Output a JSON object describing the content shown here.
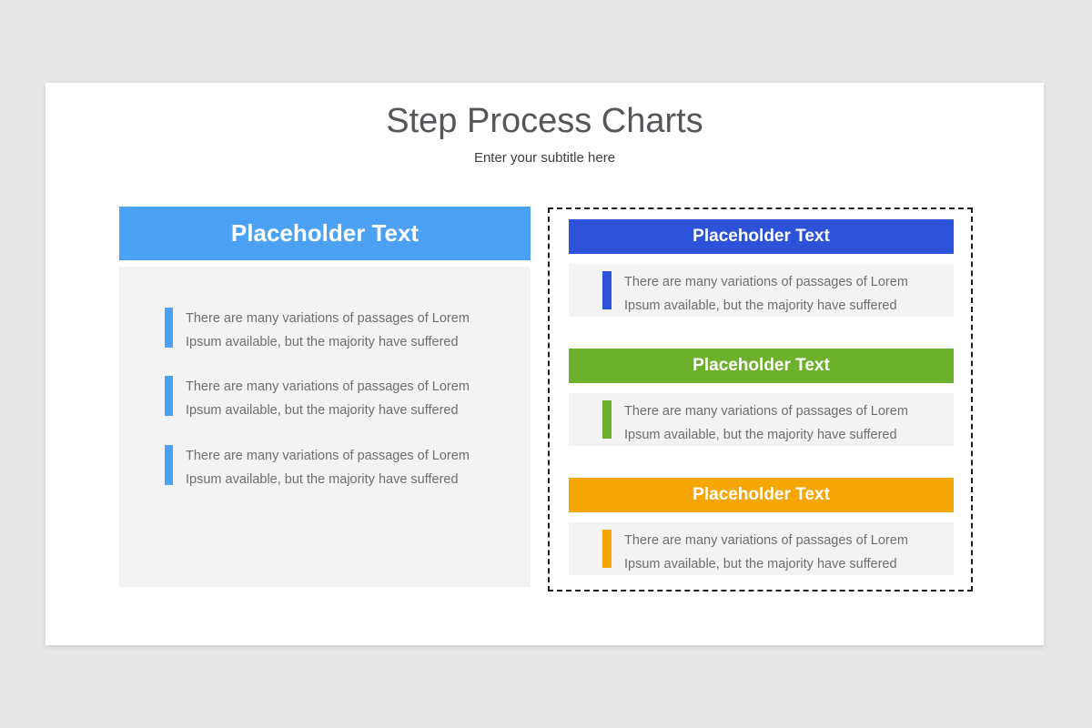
{
  "slide": {
    "title": "Step Process Charts",
    "subtitle": "Enter your subtitle here"
  },
  "colors": {
    "page_background": "#E8E7E8",
    "card_background": "#FFFFFF",
    "panel_gray": "#F3F3F3",
    "light_blue": "#4BA1F3",
    "royal_blue": "#2B52D9",
    "green": "#6CB02B",
    "orange": "#F7A608",
    "title_text": "#55565A",
    "body_text": "#6E6E6E",
    "header_text": "#FFFFFF",
    "dashed_border": "#1F1F1F"
  },
  "left_panel": {
    "header": "Placeholder Text",
    "accent_color": "#4BA1F3",
    "items": [
      {
        "line1": "There are many variations of passages of Lorem",
        "line2": "Ipsum available, but the majority have suffered"
      },
      {
        "line1": "There are many variations of passages of Lorem",
        "line2": "Ipsum available, but the majority have suffered"
      },
      {
        "line1": "There are many variations of passages of Lorem",
        "line2": "Ipsum available, but the majority have suffered"
      }
    ]
  },
  "right_panel": {
    "sections": [
      {
        "header": "Placeholder Text",
        "accent_color": "#2B52D9",
        "item": {
          "line1": "There are many variations of passages of Lorem",
          "line2": "Ipsum available, but the majority have suffered"
        }
      },
      {
        "header": "Placeholder Text",
        "accent_color": "#6CB02B",
        "item": {
          "line1": "There are many variations of passages of Lorem",
          "line2": "Ipsum available, but the majority have suffered"
        }
      },
      {
        "header": "Placeholder Text",
        "accent_color": "#F7A608",
        "item": {
          "line1": "There are many variations of passages of Lorem",
          "line2": "Ipsum available, but the majority have suffered"
        }
      }
    ]
  }
}
